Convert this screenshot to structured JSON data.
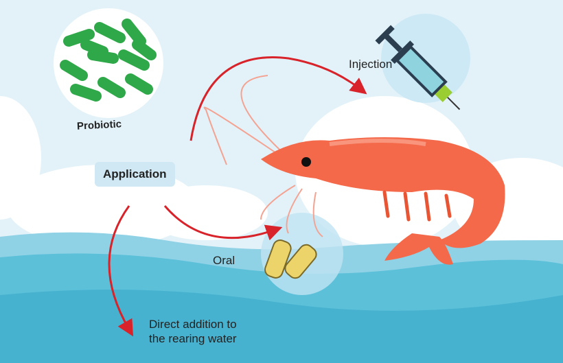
{
  "labels": {
    "probiotic": "Probiotic",
    "application": "Application",
    "injection": "Injection",
    "oral": "Oral",
    "direct_line1": "Direct addition to",
    "direct_line2": "the rearing water"
  },
  "colors": {
    "sky": "#e3f2f9",
    "sea": "#56bcd6",
    "arrow": "#d8232a",
    "shrimp": "#f4694a",
    "bacteria": "#2fa84a"
  }
}
